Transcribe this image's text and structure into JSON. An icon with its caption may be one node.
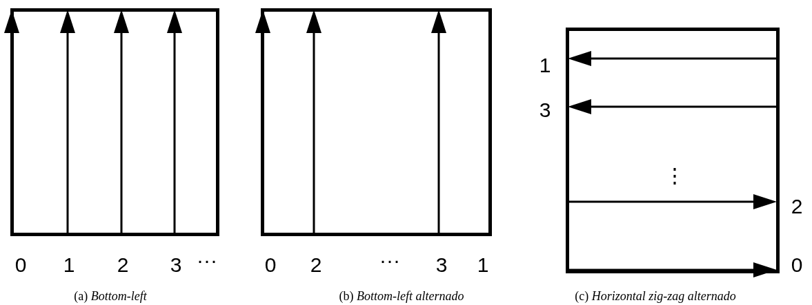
{
  "diagram": {
    "nodes": [
      {
        "text": [],
        "shape": "box"
      },
      {
        "text": [],
        "shape": "box"
      },
      {
        "text": [],
        "shape": "box"
      }
    ],
    "edges": [],
    "labels": [
      "0",
      "1",
      "2",
      "3",
      "···",
      "0",
      "2",
      "···",
      "3",
      "1",
      "1",
      "3",
      "⋮",
      "2",
      "0",
      "(a) *Bottom-left*",
      "(b) *Bottom-left alternado*",
      "(c) *Horizontal zig-zag alternado*"
    ]
  }
}
